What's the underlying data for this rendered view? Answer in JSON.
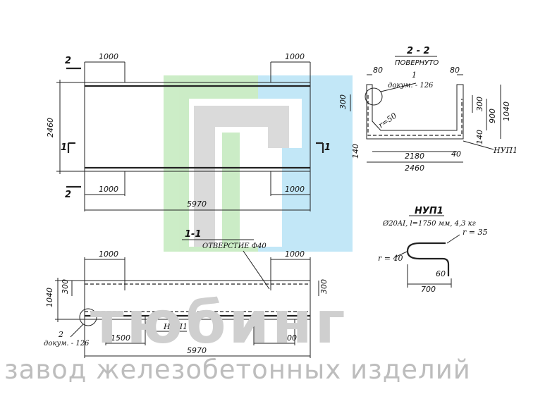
{
  "plan_view": {
    "section_mark_top": "2",
    "section_mark_bottom": "2",
    "section_mark_left": "1",
    "section_mark_right": "1",
    "dim_top_left": "1000",
    "dim_top_right": "1000",
    "dim_bottom_left": "1000",
    "dim_bottom_right": "1000",
    "dim_height": "2460",
    "dim_length": "5970"
  },
  "section_2_2": {
    "title": "2 - 2",
    "subtitle": "ПОВЕРНУТО",
    "dim_left_wall": "80",
    "dim_right_wall": "80",
    "callout_number": "1",
    "callout_doc": "докум. - 126",
    "dim_left_300": "300",
    "dim_right_300": "300",
    "dim_900": "900",
    "dim_1040": "1040",
    "dim_140_right": "140",
    "radius_label": "r=50",
    "dim_140_left": "140",
    "dim_2180": "2180",
    "dim_40": "40",
    "dim_2460": "2460",
    "nup_label": "НУП1"
  },
  "nup_detail": {
    "title": "НУП1",
    "spec": "Ø20AI, l=1750 мм, 4,3 кг",
    "r_top": "r = 35",
    "r_left": "r = 40",
    "dim_60": "60",
    "dim_700": "700"
  },
  "section_1_1": {
    "title": "1-1",
    "hole_label": "ОТВЕРСТИЕ Ф40",
    "dim_top_left": "1000",
    "dim_top_right": "1000",
    "dim_1040": "1040",
    "dim_300_left": "300",
    "dim_300_right": "300",
    "callout_number": "2",
    "callout_doc": "докум. - 126",
    "nup_label": "НУП1",
    "dim_1500_left": "1500",
    "dim_1500_right": "1500",
    "dim_length": "5970"
  },
  "watermark": {
    "brand": "тюбинг",
    "tagline": "завод железобетонных изделий",
    "colors": {
      "green": "#c9ecc4",
      "blue": "#bfe6f7",
      "gray": "#dddddd"
    }
  }
}
